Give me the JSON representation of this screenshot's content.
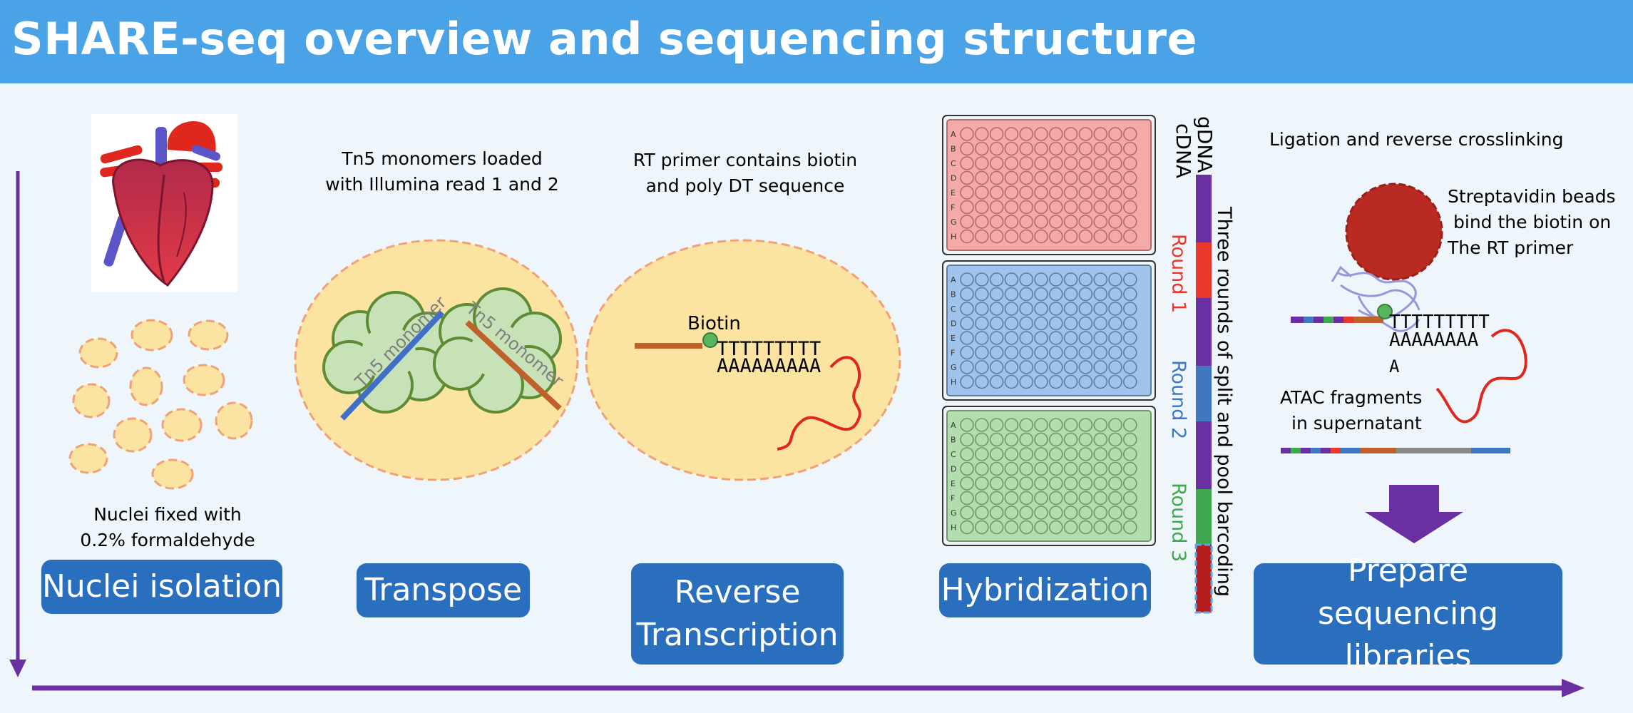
{
  "title": "SHARE-seq overview and sequencing structure",
  "stages": {
    "nuclei_isolation": "Nuclei isolation",
    "transpose": "Transpose",
    "reverse_transcription_line1": "Reverse",
    "reverse_transcription_line2": "Transcription",
    "hybridization": "Hybridization",
    "prepare_line1": "Prepare sequencing",
    "prepare_line2": "libraries"
  },
  "notes": {
    "nuclei_fixed_line1": "Nuclei fixed with",
    "nuclei_fixed_line2": "0.2% formaldehyde",
    "tn5_line1": "Tn5 monomers loaded",
    "tn5_line2": "with Illumina read 1 and 2",
    "rt_line1": "RT primer contains biotin",
    "rt_line2": "and poly DT sequence",
    "ligation": "Ligation and reverse crosslinking",
    "strep_line1": "Streptavidin beads",
    "strep_line2": "bind the biotin on",
    "strep_line3": "The RT primer",
    "atac_line1": "ATAC fragments",
    "atac_line2": "in supernatant"
  },
  "diagram": {
    "tn5_monomer": "Tn5 monomer",
    "biotin": "Biotin",
    "poly_t": "TTTTTTTTT",
    "poly_a": "AAAAAAAAA",
    "poly_t_lib": "TTTTTTTTT",
    "poly_a_lib": "AAAAAAAA",
    "a_letter": "A",
    "gdna": "gDNA",
    "cdna": "cDNA",
    "round1": "Round 1",
    "round2": "Round 2",
    "round3": "Round 3",
    "three_rounds": "Three rounds of split and pool barcoding"
  },
  "plate": {
    "rows": [
      "A",
      "B",
      "C",
      "D",
      "E",
      "F",
      "G",
      "H"
    ],
    "columns": 12
  },
  "colors": {
    "header": "#4aa3e6",
    "stage_box": "#2a6fbe",
    "arrow": "#6a2fa0",
    "round1": "#e8372c",
    "round2": "#3f78c0",
    "round3": "#3fa84e",
    "plate_red": "#f3aaa8",
    "plate_blue": "#9fc3ea",
    "plate_green": "#b3dcaf"
  }
}
